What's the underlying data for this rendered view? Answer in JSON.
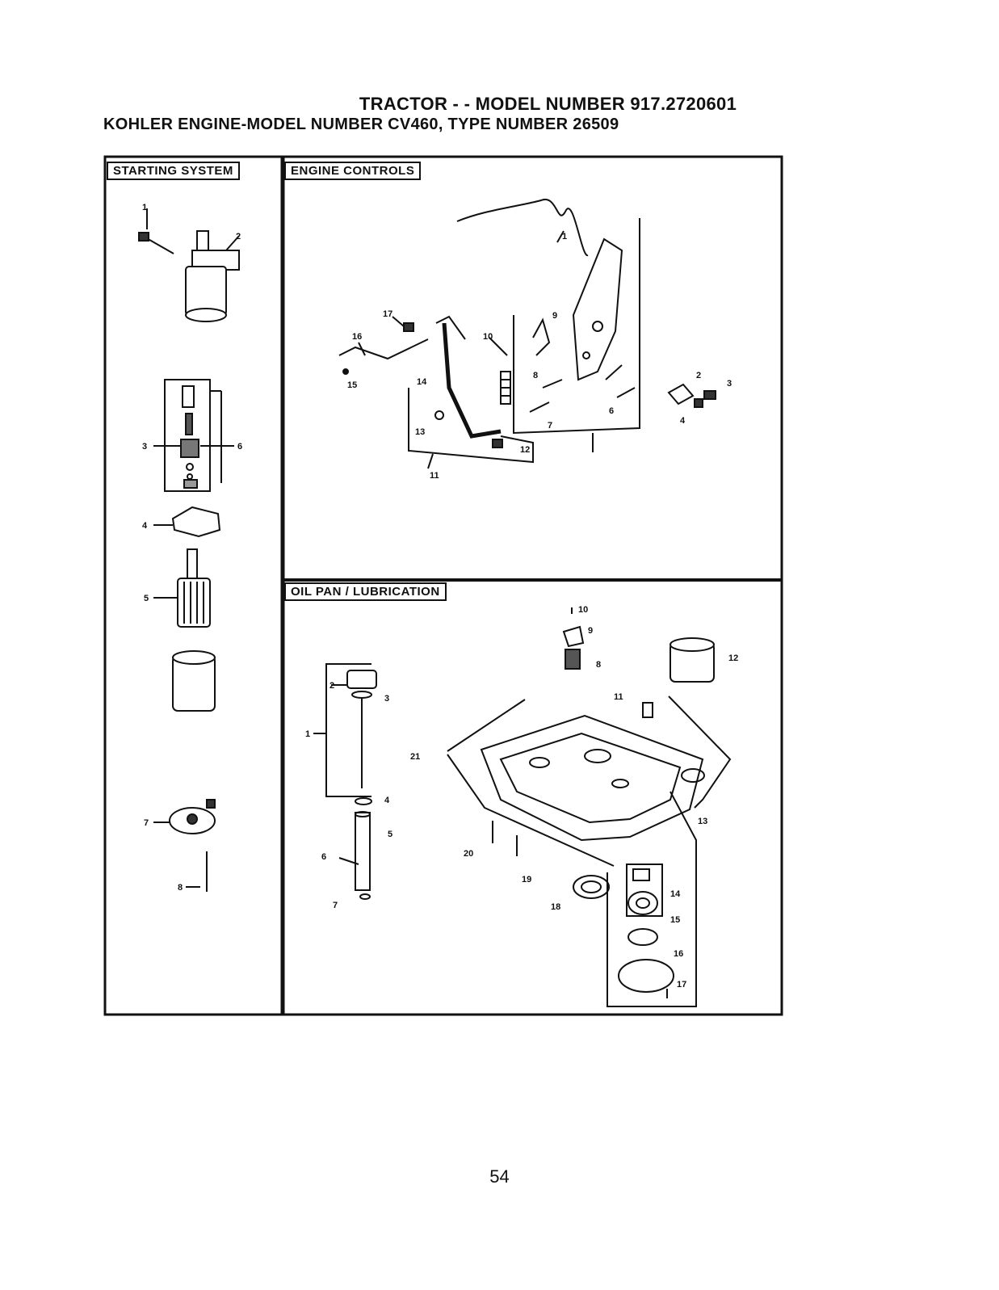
{
  "header": {
    "title": "TRACTOR - - MODEL NUMBER 917.2720601",
    "subtitle": "KOHLER ENGINE-MODEL NUMBER CV460, TYPE NUMBER 26509"
  },
  "panels": {
    "starting_system": {
      "label": "STARTING SYSTEM",
      "callouts": [
        "1",
        "2",
        "3",
        "6",
        "4",
        "5",
        "7",
        "8"
      ]
    },
    "engine_controls": {
      "label": "ENGINE CONTROLS",
      "callouts": [
        "1",
        "17",
        "16",
        "15",
        "10",
        "9",
        "8",
        "14",
        "13",
        "12",
        "11",
        "7",
        "6",
        "2",
        "3",
        "4"
      ]
    },
    "oil_pan": {
      "label": "OIL PAN / LUBRICATION",
      "callouts": [
        "10",
        "9",
        "8",
        "12",
        "11",
        "2",
        "3",
        "1",
        "21",
        "4",
        "5",
        "6",
        "7",
        "20",
        "19",
        "18",
        "14",
        "15",
        "16",
        "17",
        "13"
      ]
    }
  },
  "footer": {
    "page_number": "54"
  }
}
